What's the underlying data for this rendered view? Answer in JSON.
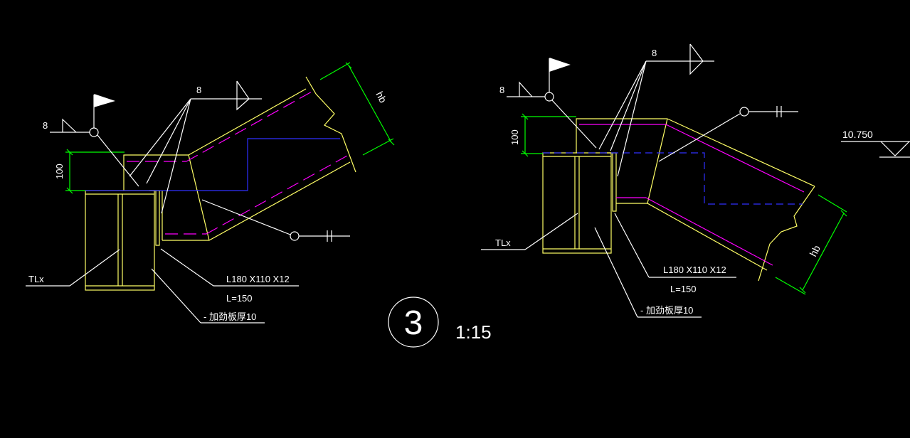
{
  "colors": {
    "background": "#000000",
    "steel": "#ffff66",
    "hidden": "#0000ff",
    "centerline": "#ff00ff",
    "dimension": "#00ff00",
    "annotation": "#ffffff"
  },
  "left_detail": {
    "weld_size_flag": "8",
    "weld_size_arrow": "8",
    "dim_height": "100",
    "dim_depth": "hb",
    "beam_label": "TLx",
    "angle_label": "L180 X110 X12",
    "angle_length": "L=150",
    "stiffener_label": "- 加劲板厚10"
  },
  "right_detail": {
    "weld_size_flag": "8",
    "weld_size_arrow": "8",
    "dim_height": "100",
    "dim_depth": "hb",
    "beam_label": "TLx",
    "angle_label": "L180 X110 X12",
    "angle_length": "L=150",
    "stiffener_label": "- 加劲板厚10",
    "elevation": "10.750"
  },
  "detail_tag": {
    "number": "3",
    "scale": "1:15"
  }
}
